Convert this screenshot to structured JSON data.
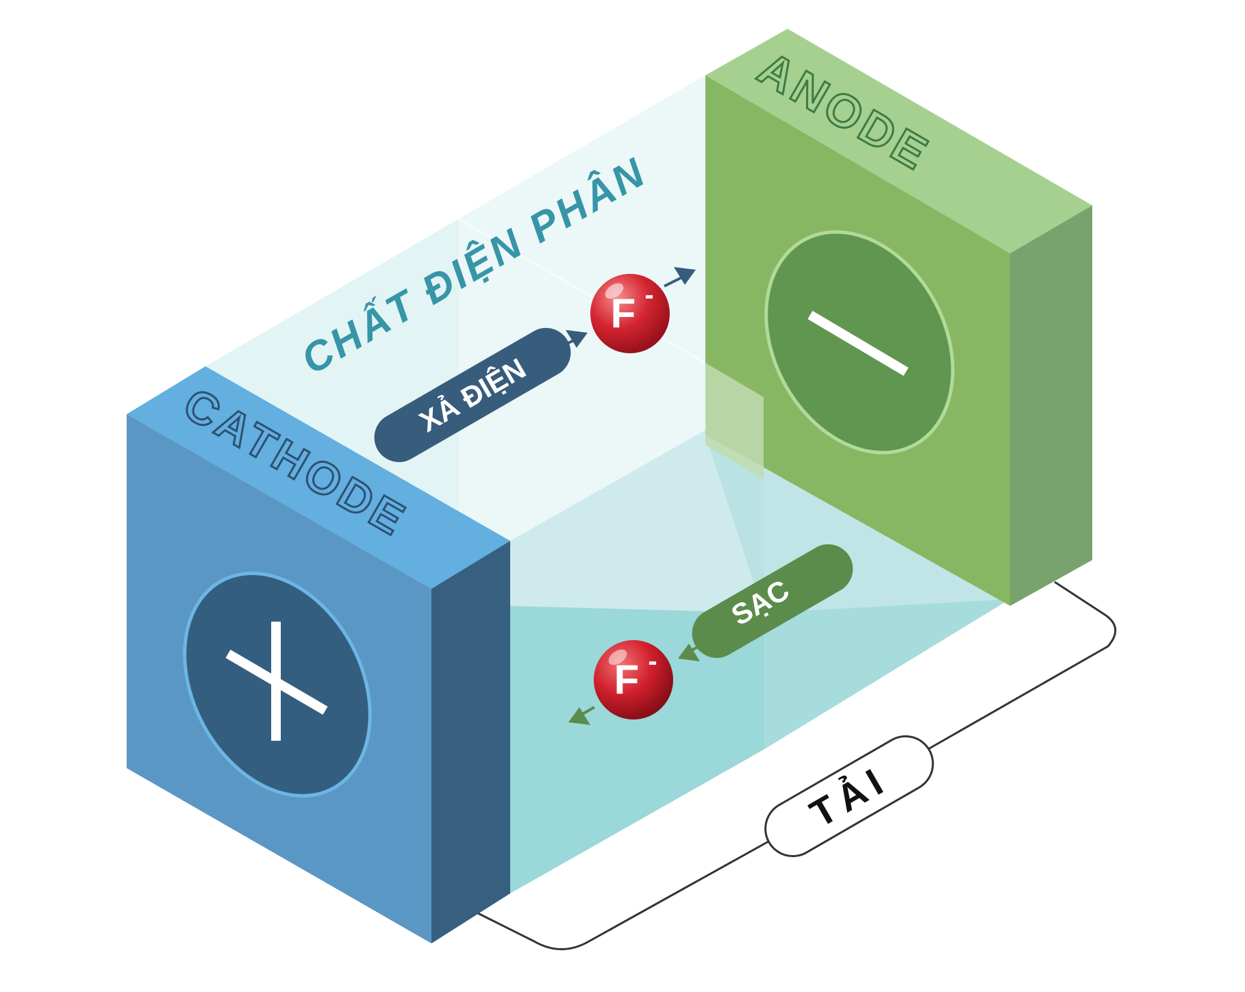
{
  "labels": {
    "cathode": "CATHODE",
    "anode": "ANODE",
    "electrolyte": "CHẤT ĐIỆN PHÂN",
    "discharge": "XẢ ĐIỆN",
    "charge": "SẠC",
    "load": "TẢI"
  },
  "ions": {
    "top": {
      "symbol": "F",
      "charge": "-"
    },
    "bottom": {
      "symbol": "F",
      "charge": "-"
    }
  },
  "colors": {
    "cathode_top": "#62afe0",
    "cathode_front": "#5a97c4",
    "cathode_side": "#375f80",
    "cathode_disc": "#345e80",
    "cathode_label": "#2e5070",
    "anode_top": "#a6d08f",
    "anode_front": "#88b764",
    "anode_side": "#78a36e",
    "anode_disc": "#5f9550",
    "anode_label": "#3e7a44",
    "electrolyte_label": "#3795a8",
    "electrolyte_light": "#e3f4f5",
    "electrolyte_mid": "#c8e9eb",
    "electrolyte_dark": "#9ad8d9",
    "discharge_pill": "#375c7c",
    "charge_pill": "#5c8c4c",
    "ion_red": "#d42431",
    "wire": "#333333"
  }
}
